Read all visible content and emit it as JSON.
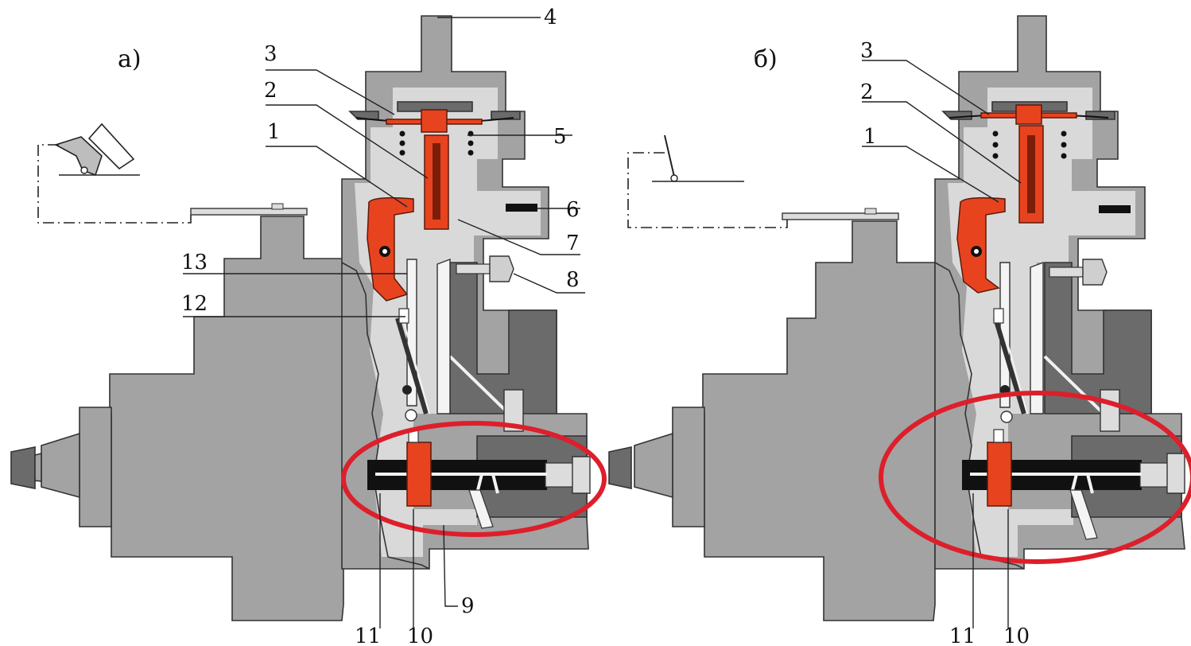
{
  "panels": [
    {
      "id": "a",
      "label": "а)",
      "callouts": [
        "1",
        "2",
        "3",
        "4",
        "5",
        "6",
        "7",
        "8",
        "9",
        "10",
        "11",
        "12",
        "13"
      ]
    },
    {
      "id": "b",
      "label": "б)",
      "callouts": [
        "1",
        "2",
        "3",
        "10",
        "11"
      ]
    }
  ],
  "colors": {
    "housing": "#a3a3a3",
    "interior": "#d9d9d9",
    "highlight_parts": "#e8431f",
    "focus_ring": "#dd1f2b"
  }
}
